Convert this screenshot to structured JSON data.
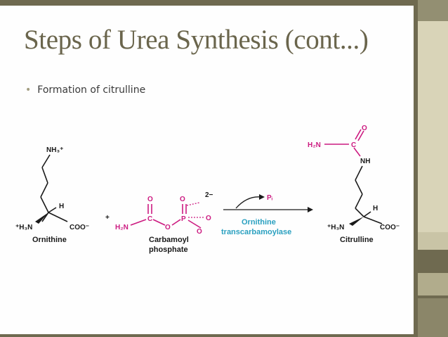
{
  "slide": {
    "title": "Steps of Urea Synthesis (cont...)",
    "bullet": "Formation of citrulline"
  },
  "reaction": {
    "ornithine": {
      "nh3": "NH₃⁺",
      "h": "H",
      "h3n": "⁺H₃N",
      "coo": "COO⁻",
      "name": "Ornithine"
    },
    "plus": "+",
    "carbamoyl": {
      "o_top1": "O",
      "o_top2": "O",
      "charge": "2−",
      "h2n": "H₂N",
      "c": "C",
      "o_bridge": "O",
      "p": "P",
      "o_right": "O",
      "o_bottom": "O",
      "name_line1": "Carbamoyl",
      "name_line2": "phosphate"
    },
    "enzyme": {
      "pi": "Pᵢ",
      "line1": "Ornithine",
      "line2": "transcarbamoylase"
    },
    "citrulline": {
      "h2n": "H₂N",
      "c": "C",
      "o": "O",
      "nh": "NH",
      "h": "H",
      "h3n": "⁺H₃N",
      "coo": "COO⁻",
      "name": "Citrulline"
    }
  },
  "colors": {
    "theme_dark": "#6f6a50",
    "title_text": "#6a654c",
    "carbamoyl_magenta": "#cc1a80",
    "enzyme_blue": "#2aa0c0"
  }
}
